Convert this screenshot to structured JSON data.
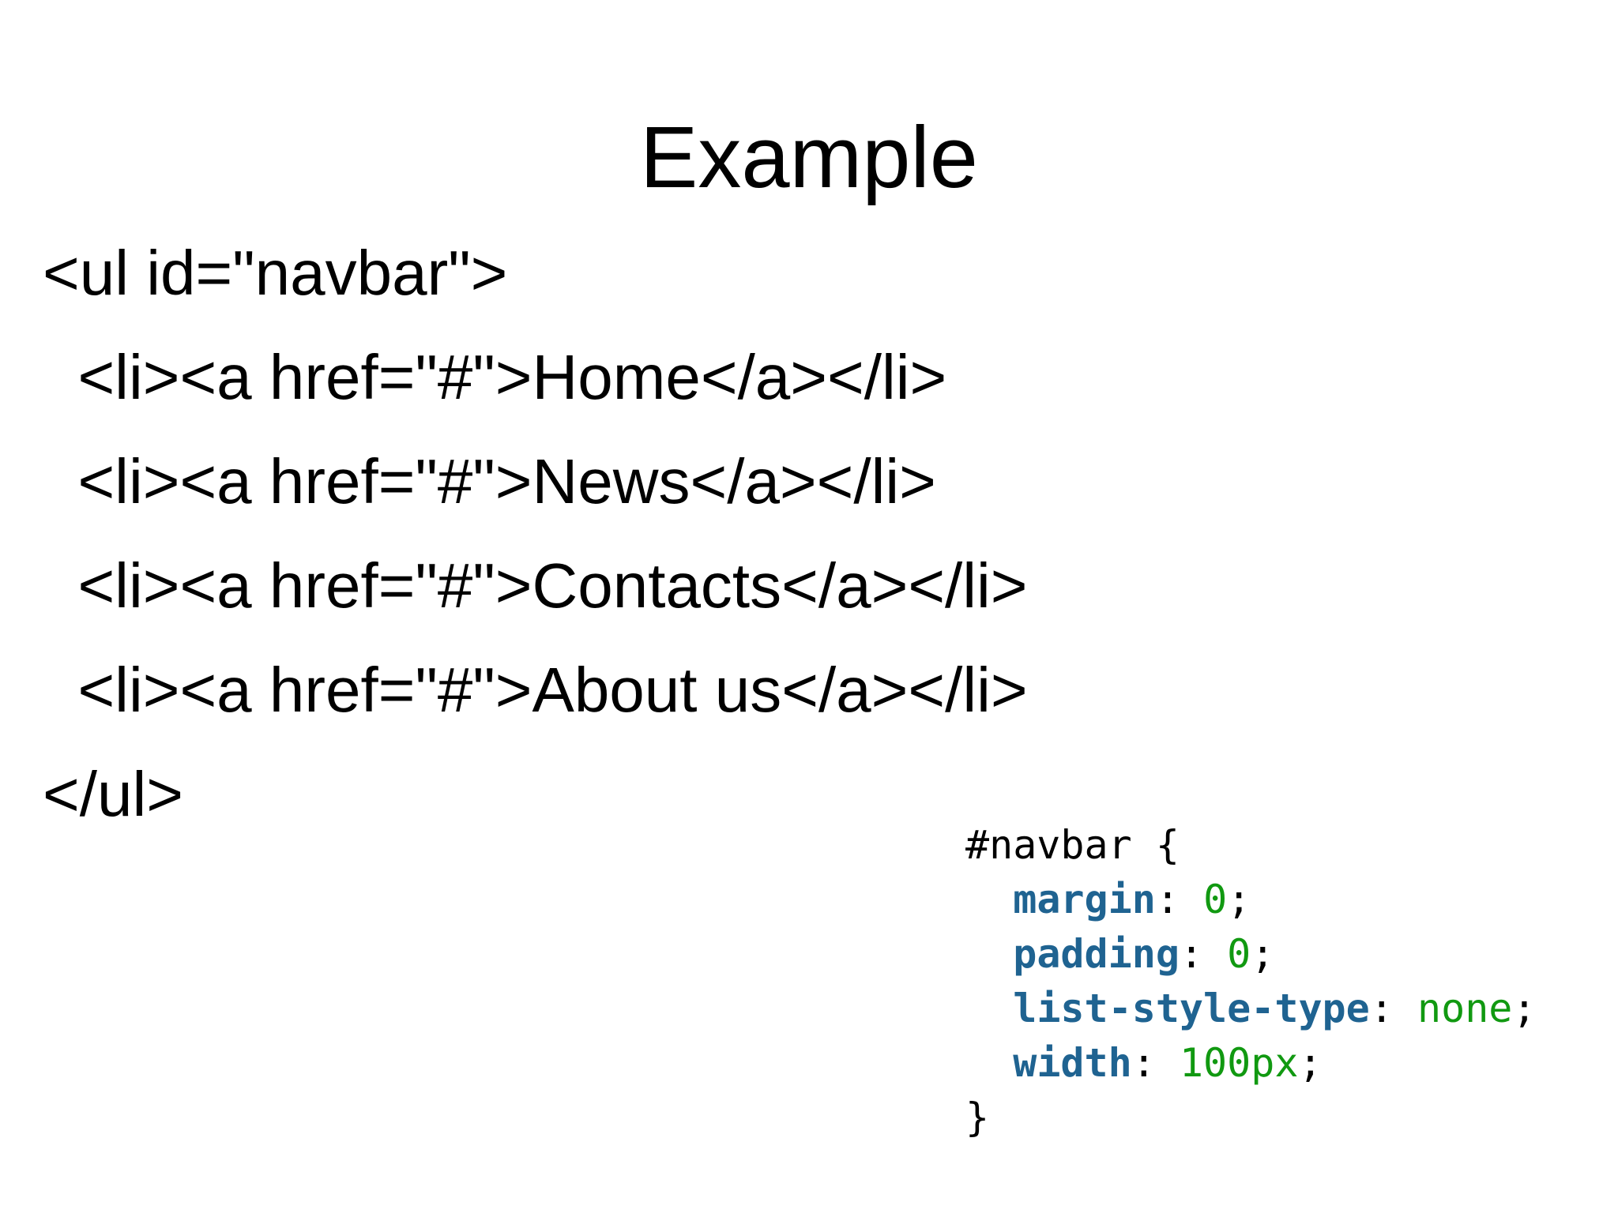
{
  "slide": {
    "title": "Example",
    "html_code": {
      "lines": [
        "<ul id=\"navbar\">",
        "  <li><a href=\"#\">Home</a></li>",
        "  <li><a href=\"#\">News</a></li>",
        "  <li><a href=\"#\">Contacts</a></li>",
        "  <li><a href=\"#\">About us</a></li>",
        "</ul>"
      ]
    },
    "css_code": {
      "selector": "#navbar {",
      "declarations": [
        {
          "property": "margin",
          "colon": ": ",
          "value": "0",
          "semicolon": ";"
        },
        {
          "property": "padding",
          "colon": ": ",
          "value": "0",
          "semicolon": ";"
        },
        {
          "property": "list-style-type",
          "colon": ": ",
          "value": "none",
          "semicolon": ";"
        },
        {
          "property": "width",
          "colon": ": ",
          "value": "100px",
          "semicolon": ";"
        }
      ],
      "closing": "}",
      "colors": {
        "property": "#1f6391",
        "value": "#119911",
        "punctuation": "#000000"
      }
    }
  }
}
